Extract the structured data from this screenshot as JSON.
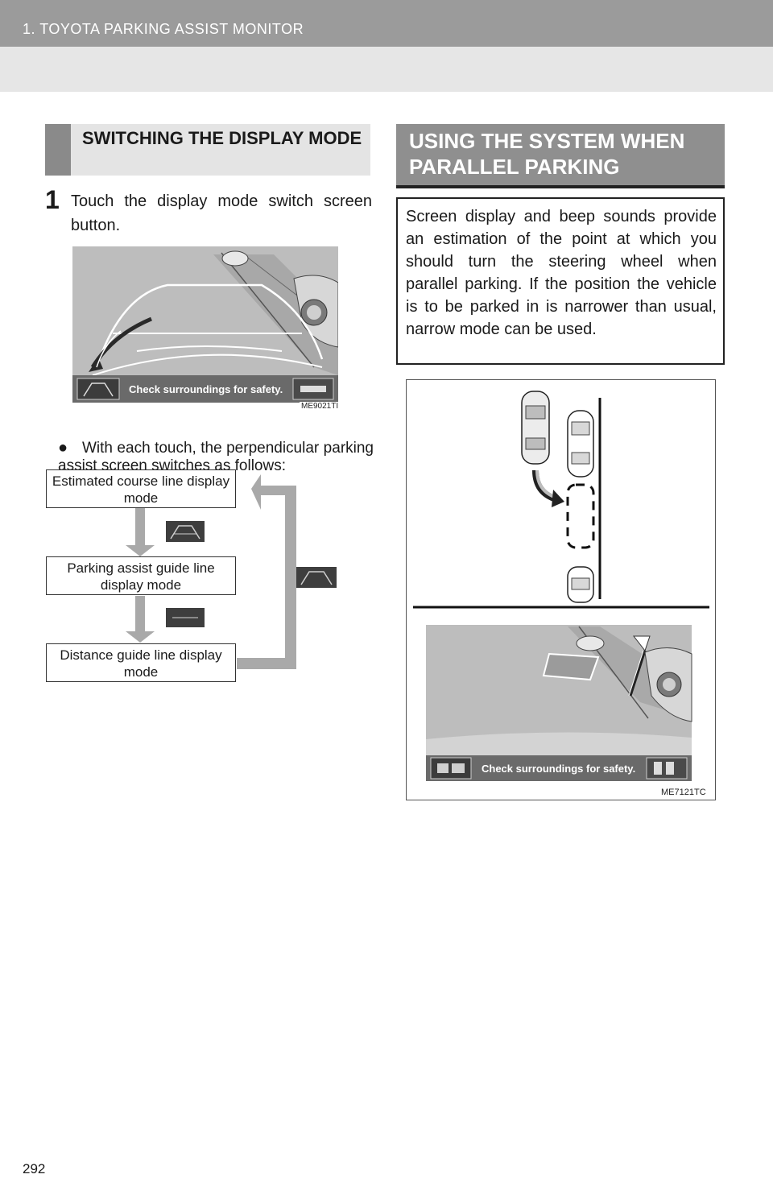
{
  "header": {
    "title": "1. TOYOTA PARKING ASSIST MONITOR"
  },
  "left": {
    "section_title": "SWITCHING THE DISPLAY MODE",
    "step_number": "1",
    "step_text": "Touch the display mode switch screen button.",
    "figure1": {
      "caption": "Check surroundings for safety.",
      "code": "ME9021TI"
    },
    "bullet": "●",
    "bullet_text": "With each touch, the perpendicular parking assist screen switches as follows:",
    "modes": [
      "Estimated course line display mode",
      "Parking assist guide line display mode",
      "Distance guide line display mode"
    ]
  },
  "right": {
    "section_title": "USING THE SYSTEM WHEN PARALLEL PARKING",
    "intro": "Screen display and beep sounds provide an estimation of the point at which you should turn the steering wheel when parallel parking. If the position the vehicle is to be parked in is narrower than usual, narrow mode can be used.",
    "figure2": {
      "caption": "Check surroundings for safety.",
      "code": "ME7121TC"
    }
  },
  "footer": {
    "page_number": "292"
  }
}
